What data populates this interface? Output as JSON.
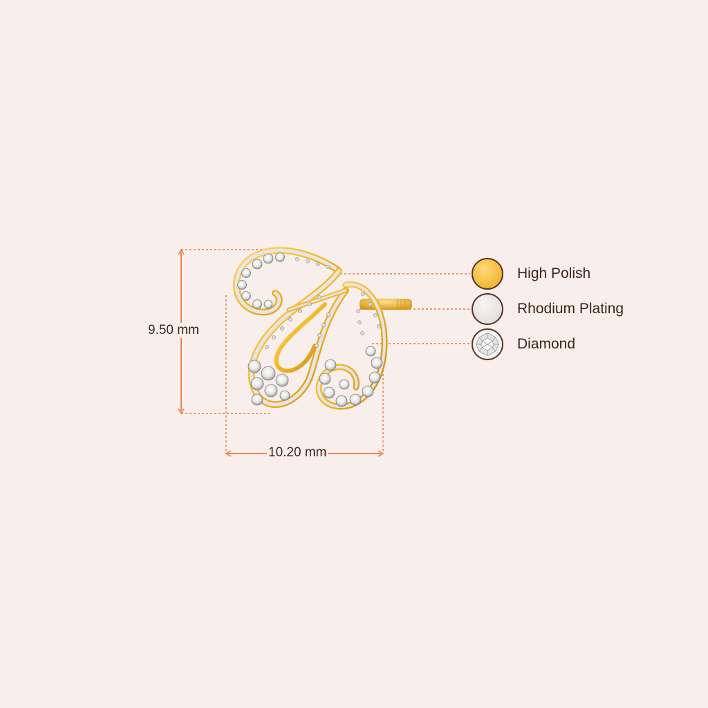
{
  "dimensions": {
    "height_label": "9.50 mm",
    "width_label": "10.20 mm"
  },
  "legend": [
    {
      "label": "High Polish",
      "color": "#f7c446",
      "icon": "gold-swatch"
    },
    {
      "label": "Rhodium Plating",
      "color": "#e8e5e3",
      "icon": "silver-swatch"
    },
    {
      "label": "Diamond",
      "color": "#dcdcdc",
      "icon": "diamond-swatch"
    }
  ],
  "colors": {
    "background": "#f8efed",
    "guide_line": "#e9773f",
    "text": "#3b2418",
    "swatch_border": "#5a3427"
  }
}
